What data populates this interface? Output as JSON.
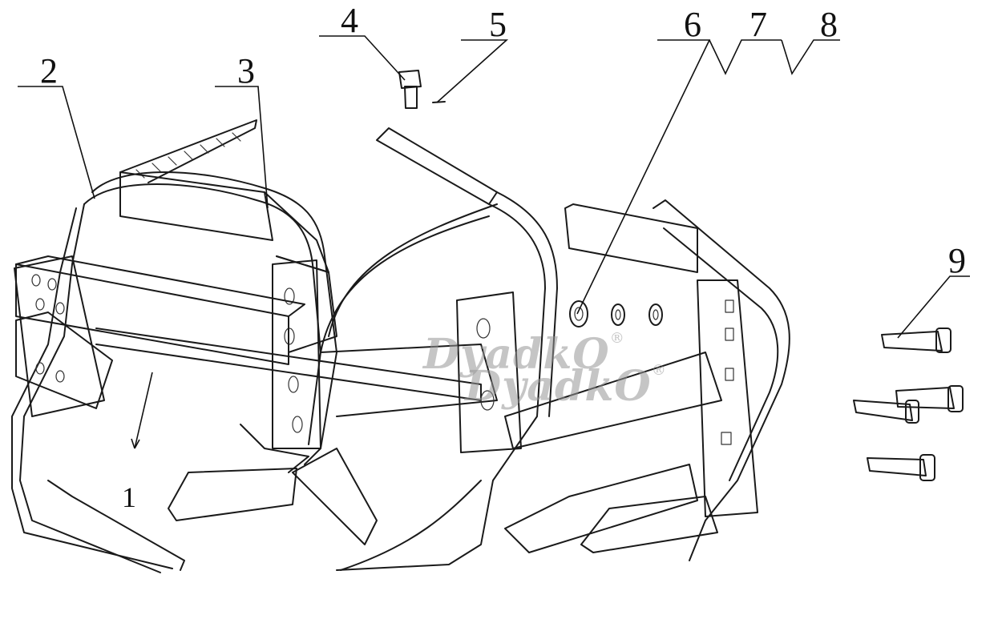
{
  "callouts": {
    "c1": "1",
    "c2": "2",
    "c3": "3",
    "c4": "4",
    "c5": "5",
    "c6": "6",
    "c7": "7",
    "c8": "8",
    "c9": "9"
  },
  "watermark": {
    "text": "DyadkO",
    "mark": "®"
  }
}
